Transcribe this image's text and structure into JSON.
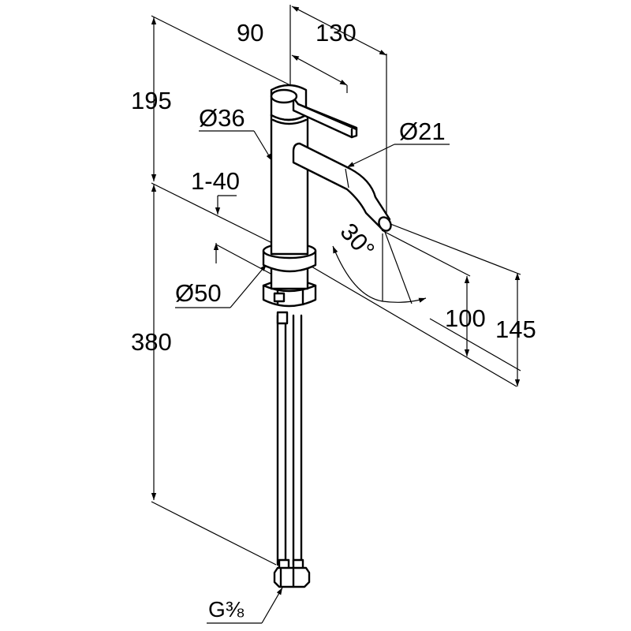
{
  "drawing": {
    "dimensions": {
      "lever_length": "90",
      "reach": "130",
      "height_above_deck": "195",
      "body_diameter": "Ø36",
      "spout_diameter": "Ø21",
      "deck_thickness": "1-40",
      "spout_angle": "30°",
      "base_diameter": "Ø50",
      "spout_outlet_height": "100",
      "spout_height": "145",
      "hose_length": "380",
      "connection_thread": "G⅜"
    }
  }
}
